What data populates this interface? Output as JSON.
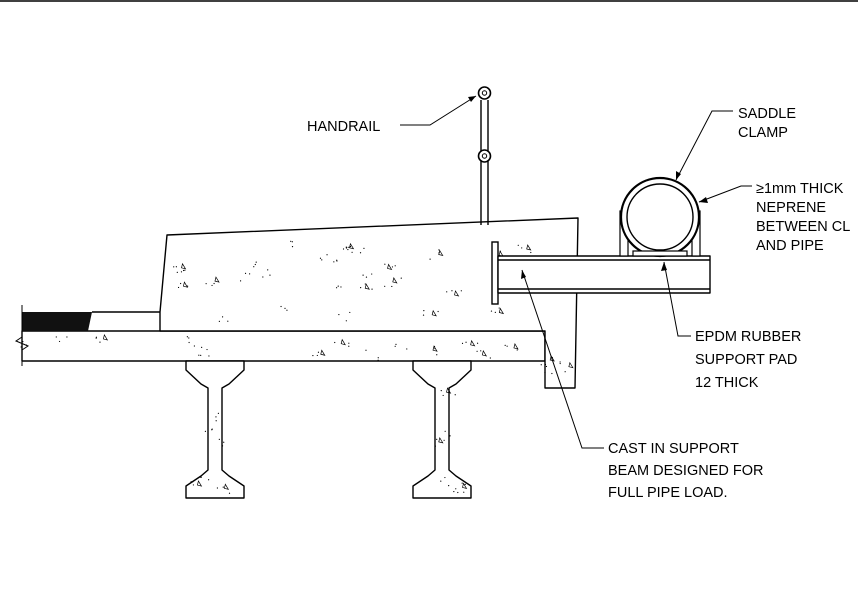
{
  "labels": {
    "handrail": "HANDRAIL",
    "saddle_clamp": [
      "SADDLE",
      "CLAMP"
    ],
    "neoprene": [
      "≥1mm THICK",
      "NEPRENE",
      "BETWEEN CL",
      "AND PIPE"
    ],
    "epdm": [
      "EPDM RUBBER",
      "SUPPORT PAD",
      "12 THICK"
    ],
    "support_beam": [
      "CAST IN SUPPORT",
      "BEAM DESIGNED FOR",
      "FULL PIPE LOAD."
    ]
  },
  "colors": {
    "line": "#000000",
    "background": "#ffffff"
  }
}
